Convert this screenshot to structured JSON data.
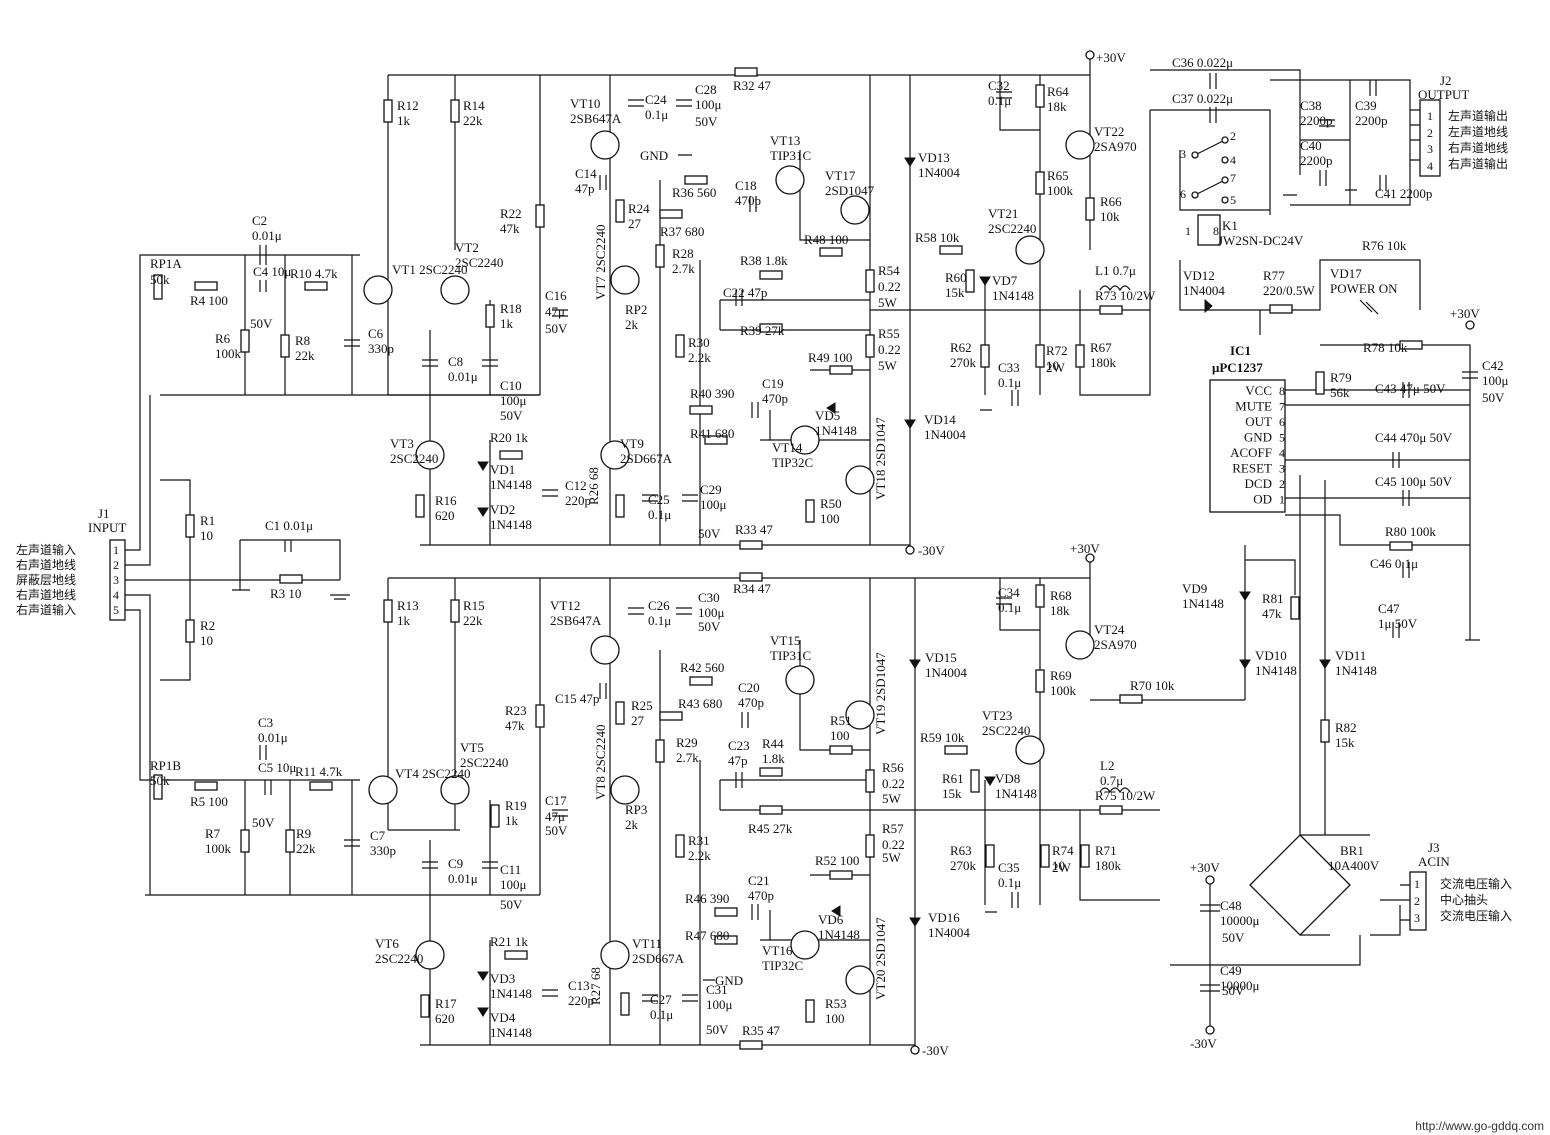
{
  "watermark": "http://www.go-gddq.com",
  "rails": {
    "pos": "+30V",
    "neg": "-30V",
    "gnd": "GND"
  },
  "connectors": {
    "j1": {
      "ref": "J1",
      "name": "INPUT",
      "pins": [
        "1",
        "2",
        "3",
        "4",
        "5"
      ],
      "labels": [
        "左声道输入",
        "右声道地线",
        "屏蔽层地线",
        "右声道地线",
        "右声道输入"
      ]
    },
    "j2": {
      "ref": "J2",
      "name": "OUTPUT",
      "pins": [
        "1",
        "2",
        "3",
        "4"
      ],
      "labels": [
        "左声道输出",
        "左声道地线",
        "右声道地线",
        "右声道输出"
      ]
    },
    "j3": {
      "ref": "J3",
      "name": "ACIN",
      "pins": [
        "1",
        "2",
        "3"
      ],
      "labels": [
        "交流电压输入",
        "中心抽头",
        "交流电压输入"
      ]
    }
  },
  "ic1": {
    "ref": "IC1",
    "part": "μPC1237",
    "pins": [
      {
        "name": "VCC",
        "num": "8"
      },
      {
        "name": "MUTE",
        "num": "7"
      },
      {
        "name": "OUT",
        "num": "6"
      },
      {
        "name": "GND",
        "num": "5"
      },
      {
        "name": "ACOFF",
        "num": "4"
      },
      {
        "name": "RESET",
        "num": "3"
      },
      {
        "name": "DCD",
        "num": "2"
      },
      {
        "name": "OD",
        "num": "1"
      }
    ]
  },
  "relay": {
    "ref": "K1",
    "part": "JW2SN-DC24V",
    "pins": [
      "2",
      "3",
      "4",
      "7",
      "6",
      "5",
      "1",
      "8"
    ]
  },
  "bridge": {
    "ref": "BR1",
    "part": "10A400V"
  },
  "components": [
    {
      "ref": "RP1A",
      "val": "50k"
    },
    {
      "ref": "R4",
      "val": "100"
    },
    {
      "ref": "C2",
      "val": "0.01μ"
    },
    {
      "ref": "C4",
      "val": "10μ"
    },
    {
      "ref": "C4v",
      "val": "50V"
    },
    {
      "ref": "R10",
      "val": "4.7k"
    },
    {
      "ref": "R6",
      "val": "100k"
    },
    {
      "ref": "R8",
      "val": "22k"
    },
    {
      "ref": "C6",
      "val": "330p"
    },
    {
      "ref": "R12",
      "val": "1k"
    },
    {
      "ref": "R14",
      "val": "22k"
    },
    {
      "ref": "VT1",
      "val": "2SC2240"
    },
    {
      "ref": "VT2",
      "val": "2SC2240"
    },
    {
      "ref": "R18",
      "val": "1k"
    },
    {
      "ref": "C8",
      "val": "0.01μ"
    },
    {
      "ref": "C10",
      "val": "100μ"
    },
    {
      "ref": "C10v",
      "val": "50V"
    },
    {
      "ref": "VT3",
      "val": "2SC2240"
    },
    {
      "ref": "R20",
      "val": "1k"
    },
    {
      "ref": "VD1",
      "val": "1N4148"
    },
    {
      "ref": "VD2",
      "val": "1N4148"
    },
    {
      "ref": "R16",
      "val": "620"
    },
    {
      "ref": "C12",
      "val": "220p"
    },
    {
      "ref": "R1",
      "val": "10"
    },
    {
      "ref": "R2",
      "val": "10"
    },
    {
      "ref": "C1",
      "val": "0.01μ"
    },
    {
      "ref": "R3",
      "val": "10"
    },
    {
      "ref": "VT10",
      "val": "2SB647A"
    },
    {
      "ref": "C24",
      "val": "0.1μ"
    },
    {
      "ref": "C28",
      "val": "100μ"
    },
    {
      "ref": "C28v",
      "val": "50V"
    },
    {
      "ref": "R32",
      "val": "47"
    },
    {
      "ref": "VT13",
      "val": "TIP31C"
    },
    {
      "ref": "C14",
      "val": "47p"
    },
    {
      "ref": "R24",
      "val": "27"
    },
    {
      "ref": "R36",
      "val": "560"
    },
    {
      "ref": "C18",
      "val": "470p"
    },
    {
      "ref": "R22",
      "val": "47k"
    },
    {
      "ref": "R37",
      "val": "680"
    },
    {
      "ref": "R28",
      "val": "2.7k"
    },
    {
      "ref": "VT7",
      "val": "2SC2240"
    },
    {
      "ref": "C16",
      "val": "47μ"
    },
    {
      "ref": "C16v",
      "val": "50V"
    },
    {
      "ref": "RP2",
      "val": "2k"
    },
    {
      "ref": "R30",
      "val": "2.2k"
    },
    {
      "ref": "R38",
      "val": "1.8k"
    },
    {
      "ref": "C22",
      "val": "47p"
    },
    {
      "ref": "R39",
      "val": "27k"
    },
    {
      "ref": "VT17",
      "val": "2SD1047"
    },
    {
      "ref": "R48",
      "val": "100"
    },
    {
      "ref": "R54",
      "val": "0.22"
    },
    {
      "ref": "R54w",
      "val": "5W"
    },
    {
      "ref": "R55",
      "val": "0.22"
    },
    {
      "ref": "R55w",
      "val": "5W"
    },
    {
      "ref": "R49",
      "val": "100"
    },
    {
      "ref": "R40",
      "val": "390"
    },
    {
      "ref": "C19",
      "val": "470p"
    },
    {
      "ref": "R41",
      "val": "680"
    },
    {
      "ref": "VD5",
      "val": "1N4148"
    },
    {
      "ref": "VT14",
      "val": "TIP32C"
    },
    {
      "ref": "VT9",
      "val": "2SD667A"
    },
    {
      "ref": "R26",
      "val": "68"
    },
    {
      "ref": "C25",
      "val": "0.1μ"
    },
    {
      "ref": "C29",
      "val": "100μ"
    },
    {
      "ref": "C29v",
      "val": "50V"
    },
    {
      "ref": "R33",
      "val": "47"
    },
    {
      "ref": "R50",
      "val": "100"
    },
    {
      "ref": "VT18",
      "val": "2SD1047"
    },
    {
      "ref": "VD13",
      "val": "1N4004"
    },
    {
      "ref": "VD14",
      "val": "1N4004"
    },
    {
      "ref": "C32",
      "val": "0.1μ"
    },
    {
      "ref": "R64",
      "val": "18k"
    },
    {
      "ref": "VT22",
      "val": "2SA970"
    },
    {
      "ref": "R65",
      "val": "100k"
    },
    {
      "ref": "R66",
      "val": "10k"
    },
    {
      "ref": "VT21",
      "val": "2SC2240"
    },
    {
      "ref": "R58",
      "val": "10k"
    },
    {
      "ref": "R60",
      "val": "15k"
    },
    {
      "ref": "VD7",
      "val": "1N4148"
    },
    {
      "ref": "L1",
      "val": "0.7μ"
    },
    {
      "ref": "R73",
      "val": "10/2W"
    },
    {
      "ref": "R62",
      "val": "270k"
    },
    {
      "ref": "C33",
      "val": "0.1μ"
    },
    {
      "ref": "R72",
      "val": "10"
    },
    {
      "ref": "R72w",
      "val": "2W"
    },
    {
      "ref": "R67",
      "val": "180k"
    },
    {
      "ref": "C36",
      "val": "0.022μ"
    },
    {
      "ref": "C37",
      "val": "0.022μ"
    },
    {
      "ref": "C38",
      "val": "2200p"
    },
    {
      "ref": "C39",
      "val": "2200p"
    },
    {
      "ref": "C40",
      "val": "2200p"
    },
    {
      "ref": "C41",
      "val": "2200p"
    },
    {
      "ref": "VD12",
      "val": "1N4004"
    },
    {
      "ref": "R77",
      "val": "220/0.5W"
    },
    {
      "ref": "VD17",
      "val": "POWER ON"
    },
    {
      "ref": "R76",
      "val": "10k"
    },
    {
      "ref": "R78",
      "val": "10k"
    },
    {
      "ref": "R79",
      "val": "56k"
    },
    {
      "ref": "C42",
      "val": "100μ"
    },
    {
      "ref": "C42v",
      "val": "50V"
    },
    {
      "ref": "C43",
      "val": "47μ 50V"
    },
    {
      "ref": "C44",
      "val": "470μ 50V"
    },
    {
      "ref": "C45",
      "val": "100μ 50V"
    },
    {
      "ref": "R80",
      "val": "100k"
    },
    {
      "ref": "C46",
      "val": "0.1μ"
    },
    {
      "ref": "C47",
      "val": "1μ 50V"
    },
    {
      "ref": "VD9",
      "val": "1N4148"
    },
    {
      "ref": "R81",
      "val": "47k"
    },
    {
      "ref": "VD10",
      "val": "1N4148"
    },
    {
      "ref": "VD11",
      "val": "1N4148"
    },
    {
      "ref": "R82",
      "val": "15k"
    },
    {
      "ref": "R70",
      "val": "10k"
    },
    {
      "ref": "RP1B",
      "val": "50k"
    },
    {
      "ref": "R5",
      "val": "100"
    },
    {
      "ref": "C3",
      "val": "0.01μ"
    },
    {
      "ref": "C5",
      "val": "10μ"
    },
    {
      "ref": "C5v",
      "val": "50V"
    },
    {
      "ref": "R11",
      "val": "4.7k"
    },
    {
      "ref": "R7",
      "val": "100k"
    },
    {
      "ref": "R9",
      "val": "22k"
    },
    {
      "ref": "C7",
      "val": "330p"
    },
    {
      "ref": "R13",
      "val": "1k"
    },
    {
      "ref": "R15",
      "val": "22k"
    },
    {
      "ref": "VT4",
      "val": "2SC2240"
    },
    {
      "ref": "VT5",
      "val": "2SC2240"
    },
    {
      "ref": "R19",
      "val": "1k"
    },
    {
      "ref": "C9",
      "val": "0.01μ"
    },
    {
      "ref": "C11",
      "val": "100μ"
    },
    {
      "ref": "C11v",
      "val": "50V"
    },
    {
      "ref": "VT6",
      "val": "2SC2240"
    },
    {
      "ref": "R21",
      "val": "1k"
    },
    {
      "ref": "VD3",
      "val": "1N4148"
    },
    {
      "ref": "VD4",
      "val": "1N4148"
    },
    {
      "ref": "R17",
      "val": "620"
    },
    {
      "ref": "C13",
      "val": "220p"
    },
    {
      "ref": "VT12",
      "val": "2SB647A"
    },
    {
      "ref": "C26",
      "val": "0.1μ"
    },
    {
      "ref": "C30",
      "val": "100μ"
    },
    {
      "ref": "C30v",
      "val": "50V"
    },
    {
      "ref": "R34",
      "val": "47"
    },
    {
      "ref": "VT15",
      "val": "TIP31C"
    },
    {
      "ref": "C15",
      "val": "47p"
    },
    {
      "ref": "R25",
      "val": "27"
    },
    {
      "ref": "R42",
      "val": "560"
    },
    {
      "ref": "C20",
      "val": "470p"
    },
    {
      "ref": "R23",
      "val": "47k"
    },
    {
      "ref": "R43",
      "val": "680"
    },
    {
      "ref": "R29",
      "val": "2.7k"
    },
    {
      "ref": "VT8",
      "val": "2SC2240"
    },
    {
      "ref": "C17",
      "val": "47μ"
    },
    {
      "ref": "C17v",
      "val": "50V"
    },
    {
      "ref": "RP3",
      "val": "2k"
    },
    {
      "ref": "R31",
      "val": "2.2k"
    },
    {
      "ref": "C23",
      "val": "47p"
    },
    {
      "ref": "R44",
      "val": "1.8k"
    },
    {
      "ref": "R45",
      "val": "27k"
    },
    {
      "ref": "VT19",
      "val": "2SD1047"
    },
    {
      "ref": "R51",
      "val": "100"
    },
    {
      "ref": "R56",
      "val": "0.22"
    },
    {
      "ref": "R56w",
      "val": "5W"
    },
    {
      "ref": "R57",
      "val": "0.22"
    },
    {
      "ref": "R57w",
      "val": "5W"
    },
    {
      "ref": "R52",
      "val": "100"
    },
    {
      "ref": "R46",
      "val": "390"
    },
    {
      "ref": "C21",
      "val": "470p"
    },
    {
      "ref": "R47",
      "val": "680"
    },
    {
      "ref": "VD6",
      "val": "1N4148"
    },
    {
      "ref": "VT16",
      "val": "TIP32C"
    },
    {
      "ref": "VT11",
      "val": "2SD667A"
    },
    {
      "ref": "R27",
      "val": "68"
    },
    {
      "ref": "C27",
      "val": "0.1μ"
    },
    {
      "ref": "C31",
      "val": "100μ"
    },
    {
      "ref": "C31v",
      "val": "50V"
    },
    {
      "ref": "R35",
      "val": "47"
    },
    {
      "ref": "R53",
      "val": "100"
    },
    {
      "ref": "VT20",
      "val": "2SD1047"
    },
    {
      "ref": "VD15",
      "val": "1N4004"
    },
    {
      "ref": "VD16",
      "val": "1N4004"
    },
    {
      "ref": "C34",
      "val": "0.1μ"
    },
    {
      "ref": "R68",
      "val": "18k"
    },
    {
      "ref": "VT24",
      "val": "2SA970"
    },
    {
      "ref": "R69",
      "val": "100k"
    },
    {
      "ref": "VT23",
      "val": "2SC2240"
    },
    {
      "ref": "R59",
      "val": "10k"
    },
    {
      "ref": "R61",
      "val": "15k"
    },
    {
      "ref": "VD8",
      "val": "1N4148"
    },
    {
      "ref": "L2",
      "val": "0.7μ"
    },
    {
      "ref": "R75",
      "val": "10/2W"
    },
    {
      "ref": "R63",
      "val": "270k"
    },
    {
      "ref": "C35",
      "val": "0.1μ"
    },
    {
      "ref": "R74",
      "val": "10"
    },
    {
      "ref": "R74w",
      "val": "2W"
    },
    {
      "ref": "R71",
      "val": "180k"
    },
    {
      "ref": "C48",
      "val": "10000μ"
    },
    {
      "ref": "C48v",
      "val": "50V"
    },
    {
      "ref": "C49",
      "val": "10000μ"
    },
    {
      "ref": "C49v",
      "val": "50V"
    }
  ]
}
